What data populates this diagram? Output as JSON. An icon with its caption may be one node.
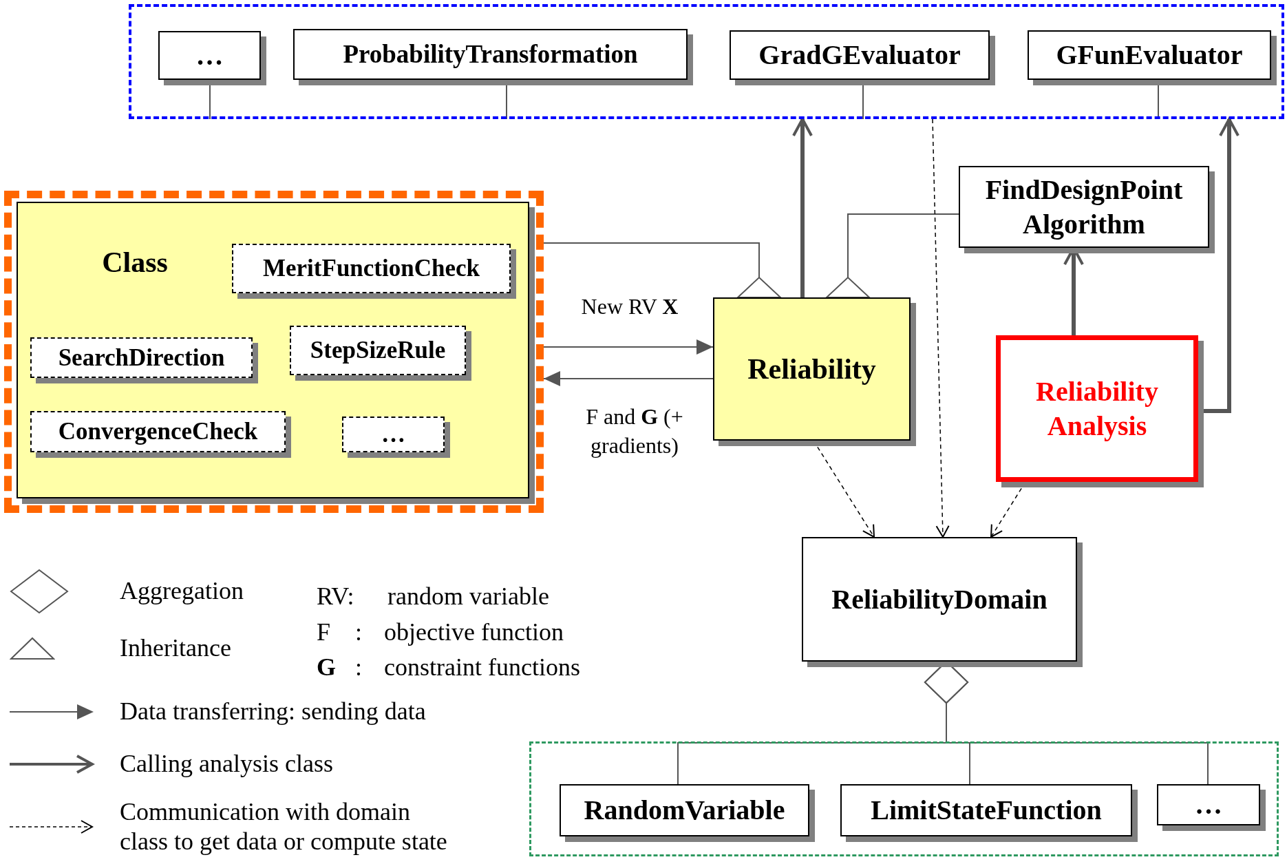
{
  "diagram": {
    "nodes": [
      {
        "text": [],
        "shape": "box"
      },
      {
        "text": [
          "…"
        ],
        "in": 0
      },
      {
        "text": [
          "ProbabilityTransformation"
        ],
        "in": 0
      },
      {
        "text": [
          "GradGEvaluator"
        ],
        "in": 0
      },
      {
        "text": [
          "GFunEvaluator"
        ],
        "in": 0
      },
      {
        "text": [],
        "shape": "box"
      },
      {
        "text": [
          "Class"
        ],
        "in": 5
      },
      {
        "text": [
          "MeritFunctionCheck"
        ],
        "in": 6
      },
      {
        "text": [
          "SearchDirection"
        ],
        "in": 6
      },
      {
        "text": [
          "StepSizeRule"
        ],
        "in": 6
      },
      {
        "text": [
          "ConvergenceCheck"
        ],
        "in": 6
      },
      {
        "text": [
          "…"
        ],
        "in": 6
      },
      {
        "text": [
          "Reliability"
        ]
      },
      {
        "text": [
          "FindDesignPoint Algorithm"
        ]
      },
      {
        "text": [
          "Reliability Analysis"
        ]
      },
      {
        "text": [
          "ReliabilityDomain"
        ]
      },
      {
        "text": [],
        "shape": "box"
      },
      {
        "text": [
          "RandomVariable"
        ],
        "in": 16
      },
      {
        "text": [
          "LimitStateFunction"
        ],
        "in": 16
      },
      {
        "text": [
          "…"
        ],
        "in": 16
      }
    ],
    "edges": [
      {
        "from": 1,
        "to": 0,
        "arrow": "none"
      },
      {
        "from": 2,
        "to": 0,
        "arrow": "none"
      },
      {
        "from": 3,
        "to": 0,
        "arrow": "none"
      },
      {
        "from": 4,
        "to": 0,
        "arrow": "none"
      },
      {
        "from": 12,
        "to": 0,
        "arrow": "to",
        "style": "thick"
      },
      {
        "from": 14,
        "to": 0,
        "arrow": "to",
        "style": "thick"
      },
      {
        "from": 14,
        "to": 13,
        "arrow": "to",
        "style": "thick"
      },
      {
        "from": 5,
        "to": 12,
        "arrow": "other"
      },
      {
        "from": 13,
        "to": 12,
        "arrow": "other"
      },
      {
        "from": 5,
        "to": 12,
        "arrow": "to",
        "label": "New RV  **X**"
      },
      {
        "from": 12,
        "to": 5,
        "arrow": "to",
        "label": "F and **G** (+ gradients)"
      },
      {
        "from": 12,
        "to": 15,
        "arrow": "to",
        "style": "dashed",
        "color": "#000000"
      },
      {
        "from": 0,
        "to": 15,
        "arrow": "to",
        "style": "dashed",
        "color": "#000000"
      },
      {
        "from": 14,
        "to": 15,
        "arrow": "to",
        "style": "dashed",
        "color": "#000000"
      },
      {
        "from": 17,
        "to": 15,
        "arrow": "other"
      },
      {
        "from": 18,
        "to": 15,
        "arrow": "other"
      },
      {
        "from": 19,
        "to": 15,
        "arrow": "other"
      }
    ],
    "labels": [
      "RV:",
      "random variable",
      "F",
      ":",
      "objective function",
      "G",
      ":",
      "constraint functions"
    ],
    "legend": [
      {
        "text": "Aggregation"
      },
      {
        "text": "Inheritance"
      },
      {
        "text": "Data transferring: sending data"
      },
      {
        "text": "Calling analysis class"
      },
      {
        "text": "Communication with domain class to get data or compute state"
      }
    ]
  }
}
